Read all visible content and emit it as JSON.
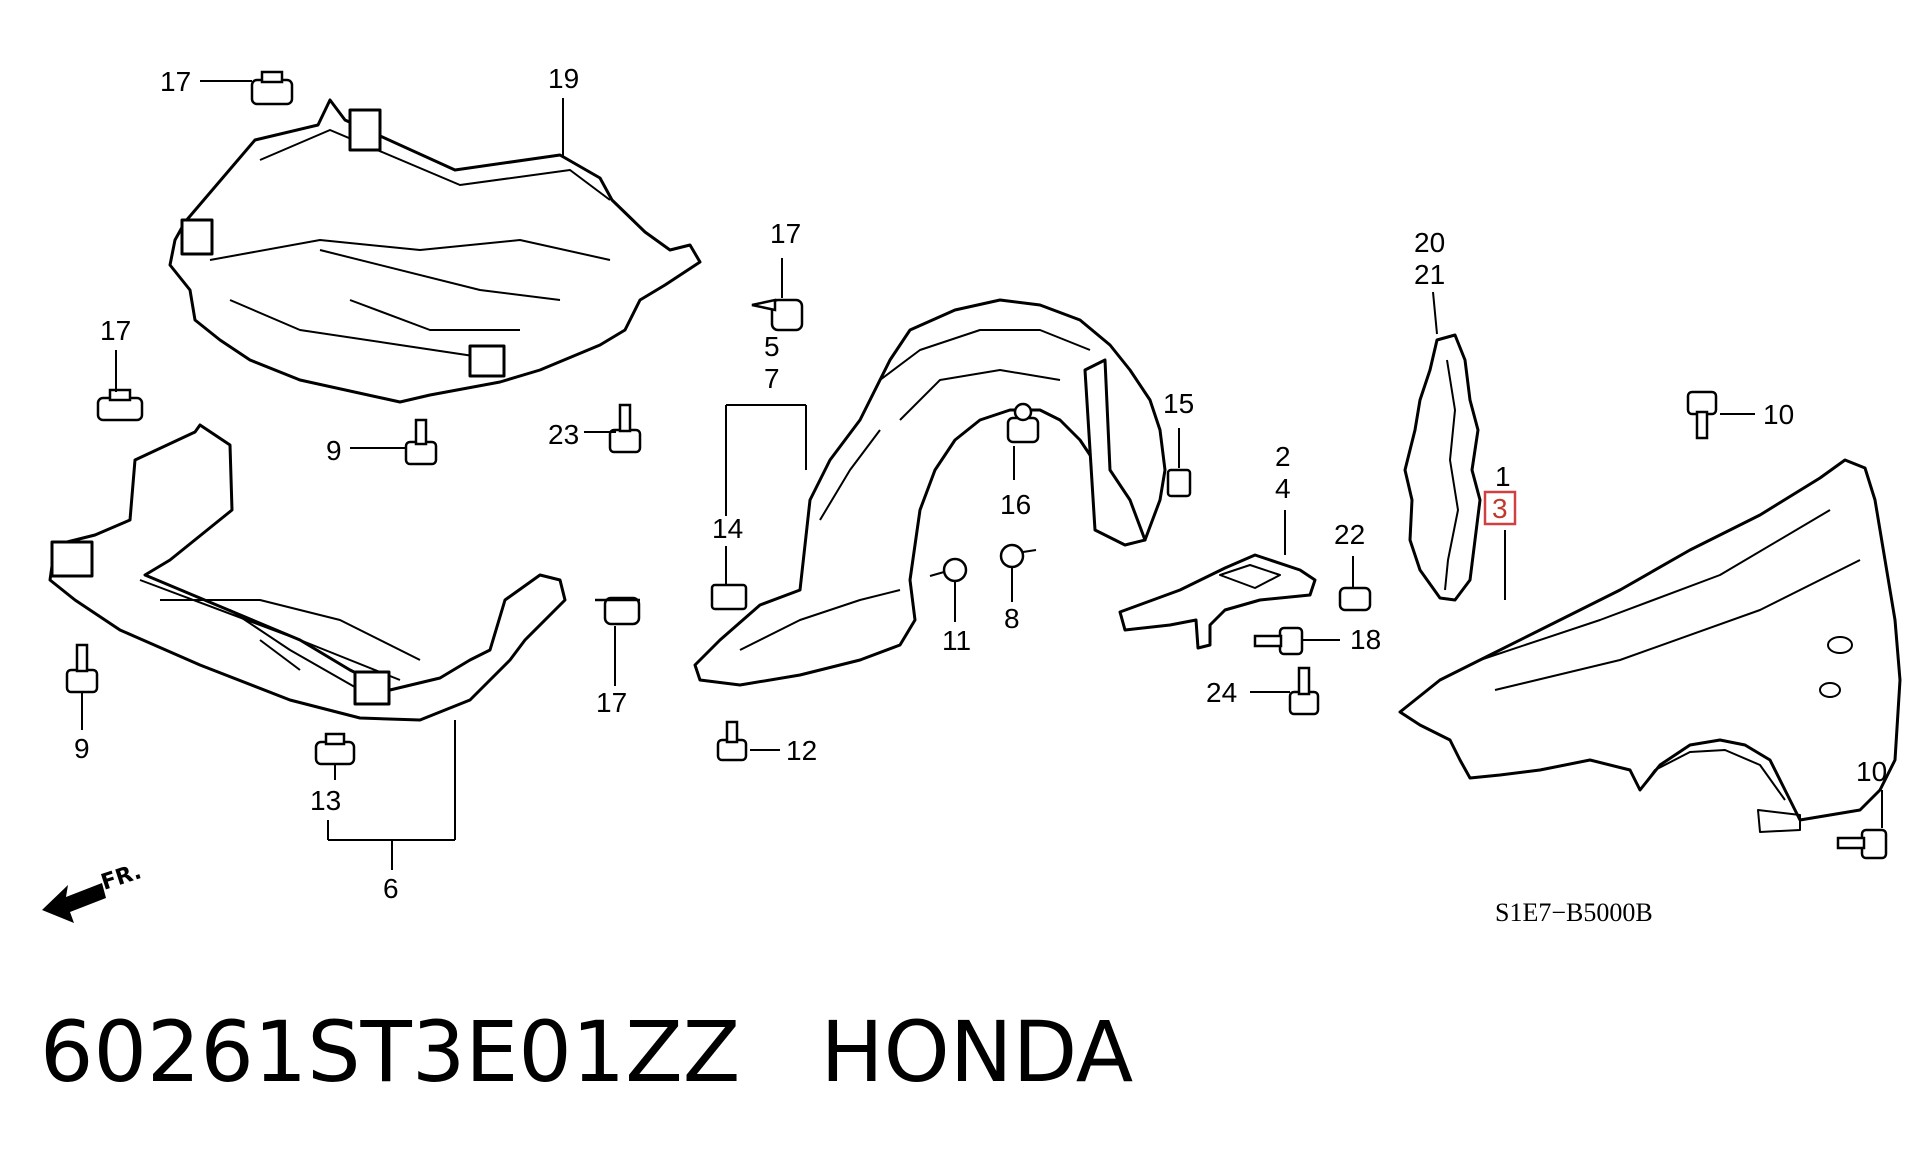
{
  "callouts": {
    "c17a": "17",
    "c19": "19",
    "c17b": "17",
    "c17c": "17",
    "c5": "5",
    "c7": "7",
    "c9a": "9",
    "c23": "23",
    "c14": "14",
    "c16": "16",
    "c15": "15",
    "c20": "20",
    "c21": "21",
    "c10a": "10",
    "c2": "2",
    "c4": "4",
    "c1": "1",
    "c3": "3",
    "c22": "22",
    "c11": "11",
    "c8": "8",
    "c18": "18",
    "c17d": "17",
    "c9b": "9",
    "c24": "24",
    "c12": "12",
    "c13": "13",
    "c6": "6",
    "c10b": "10"
  },
  "highlighted_callout": "3",
  "highlight_color": "#d04040",
  "direction_label": "FR.",
  "diagram_code": "S1E7−B5000B",
  "caption": {
    "part_number": "60261ST3E01ZZ",
    "brand": "HONDA"
  }
}
